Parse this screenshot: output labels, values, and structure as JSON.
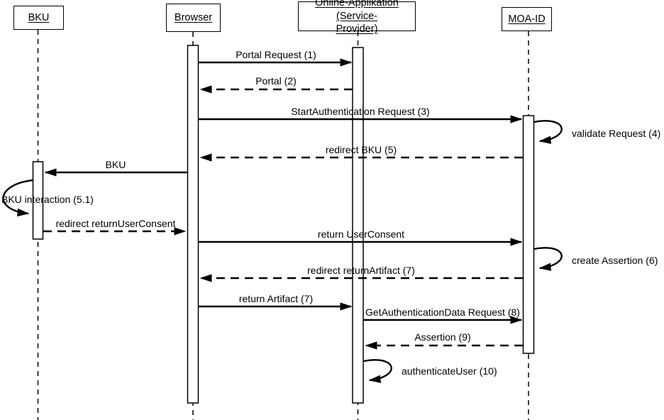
{
  "colors": {
    "line": "#000000",
    "background": "#ffffff",
    "text": "#000000"
  },
  "diagram_type": "uml-sequence-diagram",
  "actors": [
    {
      "id": "bku",
      "label": "BKU"
    },
    {
      "id": "browser",
      "label": "Browser"
    },
    {
      "id": "online-application",
      "label_lines": [
        "Online-Applikation (Service-",
        "Provider)"
      ]
    },
    {
      "id": "moa-id",
      "label": "MOA-ID"
    }
  ],
  "messages": [
    {
      "label": "Portal Request (1)",
      "from": "browser",
      "to": "online-application",
      "line": "solid"
    },
    {
      "label": "Portal (2)",
      "from": "online-application",
      "to": "browser",
      "line": "dashed"
    },
    {
      "label": "StartAuthentication Request (3)",
      "from": "browser",
      "to": "moa-id",
      "line": "solid"
    },
    {
      "label": "validate Request (4)",
      "from": "moa-id",
      "to": "moa-id",
      "line": "self"
    },
    {
      "label": "redirect BKU (5)",
      "from": "moa-id",
      "to": "browser",
      "line": "dashed"
    },
    {
      "label": "BKU",
      "from": "browser",
      "to": "bku",
      "line": "solid"
    },
    {
      "label": "BKU interaction (5.1)",
      "from": "bku",
      "to": "bku",
      "line": "self"
    },
    {
      "label": "redirect returnUserConsent",
      "from": "bku",
      "to": "browser",
      "line": "dashed"
    },
    {
      "label": "return UserConsent",
      "from": "browser",
      "to": "moa-id",
      "line": "solid"
    },
    {
      "label": "create Assertion (6)",
      "from": "moa-id",
      "to": "moa-id",
      "line": "self"
    },
    {
      "label": "redirect returnArtifact (7)",
      "from": "moa-id",
      "to": "browser",
      "line": "dashed"
    },
    {
      "label": "return Artifact (7)",
      "from": "browser",
      "to": "online-application",
      "line": "solid"
    },
    {
      "label": "GetAuthenticationData Request (8)",
      "from": "online-application",
      "to": "moa-id",
      "line": "solid"
    },
    {
      "label": "Assertion (9)",
      "from": "moa-id",
      "to": "online-application",
      "line": "dashed"
    },
    {
      "label": "authenticateUser (10)",
      "from": "online-application",
      "to": "online-application",
      "line": "self"
    }
  ]
}
